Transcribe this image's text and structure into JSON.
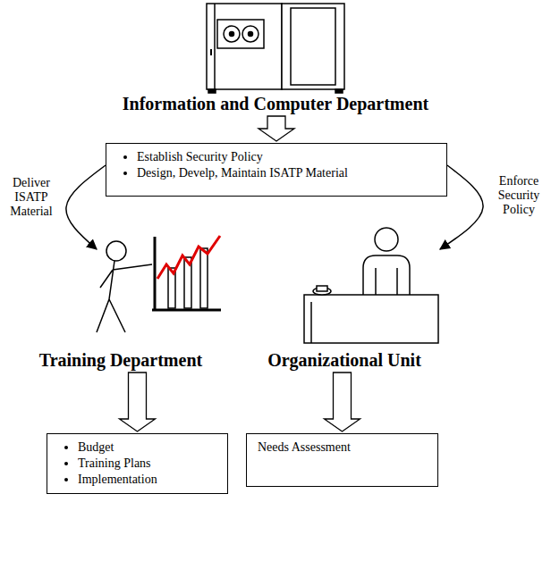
{
  "diagram": {
    "nodes": [
      {
        "text": [
          "Information and Computer Department"
        ]
      },
      {
        "text": [
          "Establish Security Policy",
          "Design, Develp, Maintain ISATP Material"
        ]
      },
      {
        "text": [
          "Training Department"
        ]
      },
      {
        "text": [
          "Organizational Unit"
        ]
      },
      {
        "text": [
          "Budget",
          "Training Plans",
          "Implementation"
        ]
      },
      {
        "text": [
          "Needs Assessment"
        ]
      }
    ],
    "edges": [
      {
        "from": 0,
        "to": 1,
        "arrow": "to"
      },
      {
        "from": 1,
        "to": 2,
        "label": "Deliver ISATP Material",
        "arrow": "to"
      },
      {
        "from": 1,
        "to": 3,
        "label": "Enforce Security Policy",
        "arrow": "to"
      },
      {
        "from": 2,
        "to": 4,
        "arrow": "to"
      },
      {
        "from": 3,
        "to": 5,
        "arrow": "to"
      }
    ]
  }
}
